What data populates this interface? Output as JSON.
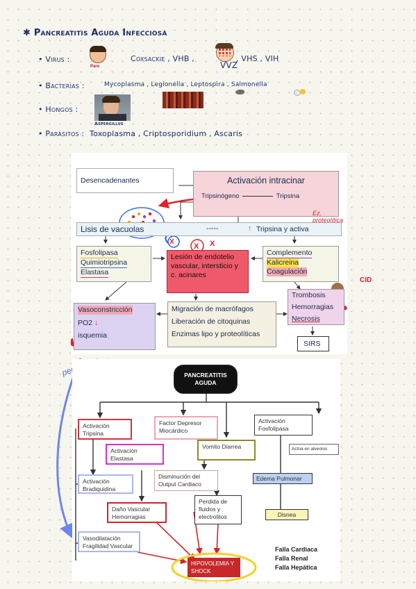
{
  "notes": {
    "title": "Pancreatitis Aguda Infecciosa",
    "virus_label": "Virus :",
    "virus_items": "Coxsackie , VHB ,",
    "virus_items2": ", VHS , VIH",
    "paro_caption": "Paro",
    "vvz_label": "VVZ",
    "bacteria_label": "Bacterias :",
    "bacteria_items": "Mycoplasma , Legionella , Leptospira , Salmonella",
    "hongos_label": "Hongos :",
    "aspergillus_caption": "Aspergillus",
    "parasitos_label": "Parásitos :",
    "parasitos_items": "Toxoplasma , Criptosporidium , Ascaris"
  },
  "diagram1": {
    "desencadenantes": "Desencadenantes",
    "activacion_title": "Activación intracinar",
    "tripsinogeno": "Tripsinógeno",
    "tripsina": "Tripsina",
    "ez_note": "Ez. proteolítica",
    "lisis": "Lisis de vacuolas",
    "dashes": "-----",
    "tripsina_activa": "Tripsina y activa",
    "up_arrow": "↑",
    "left_items": [
      "Fosfolipasa",
      "Quimiotripsina",
      "Elastasa"
    ],
    "lesion": "Lesión de endotelio vascular, intersticio y c. acinares",
    "right_items": [
      "Complemento",
      "Kalicreina",
      "Coagulación"
    ],
    "cid_note": "CID",
    "trombosis": "Trombosis",
    "hemorragias": "Hemorragias",
    "necrosis": "Necrosis",
    "sirs": "SIRS",
    "vasoconstriccion": "Vasoconstricción",
    "po2": "PO2",
    "po2_arrow": "↓",
    "isquemia": "isquemia",
    "middle_items": [
      "Migración de macrófagos",
      "Liberación de citoquinas",
      "Enzimas lipo y proteolíticas"
    ]
  },
  "diagram2": {
    "pero_luego": "pero luego ...",
    "root": "PANCREATITIS AGUDA",
    "activacion_tripsina": "Activación Tripsina",
    "factor": "Factor Depresor Miocárdico",
    "activacion_fosfolipasa": "Activación Fosfolipasa",
    "activacion_elastasa": "Activación Elastasa",
    "vomito": "Vomito Diarrea",
    "actua": "Actúa en alveolos",
    "activacion_bradiquidina": "Activación Bradiquidina",
    "disminucion": "Disminución del Output Cardiaco",
    "edema": "Edema Pulmonar",
    "dano": "Daño Vascular Hemorragias",
    "perdida": "Perdida de fluidos y electrolitos",
    "disnea": "Disnea",
    "vasodilatacion": "Vasodilatación Fragilidad Vascular",
    "hipovolemia": "HIPOVOLEMIA Y SHOCK",
    "fallas": [
      "Falla Cardiaca",
      "Falla Renal",
      "Falla Hepática"
    ]
  }
}
